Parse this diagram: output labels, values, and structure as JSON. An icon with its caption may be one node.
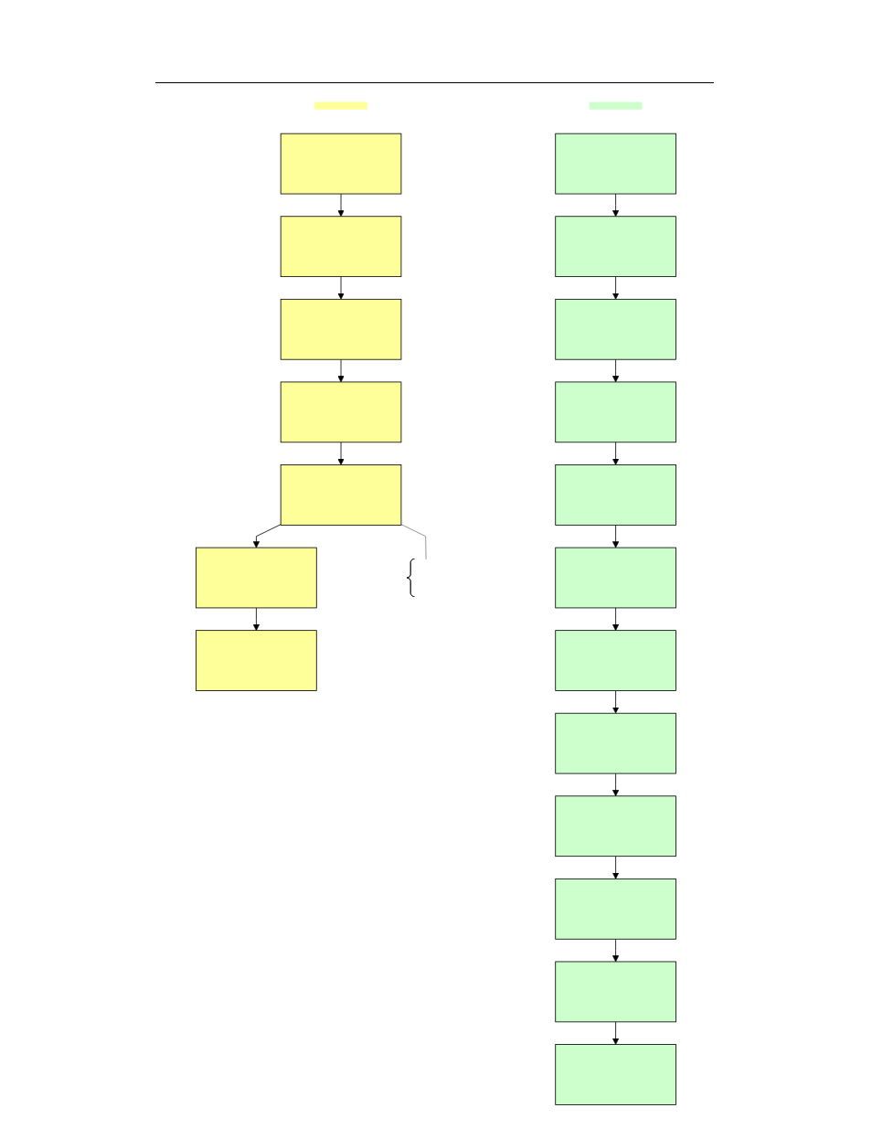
{
  "diagram": {
    "nodes": [
      {
        "text": [],
        "shape": "bar"
      },
      {
        "text": [],
        "shape": "box"
      },
      {
        "text": [],
        "shape": "box"
      },
      {
        "text": [],
        "shape": "box"
      },
      {
        "text": [],
        "shape": "box"
      },
      {
        "text": [],
        "shape": "box"
      },
      {
        "text": [],
        "shape": "box"
      },
      {
        "text": [],
        "shape": "box"
      },
      {
        "text": [],
        "shape": "bracket"
      },
      {
        "text": [],
        "shape": "bar"
      },
      {
        "text": [],
        "shape": "box"
      },
      {
        "text": [],
        "shape": "box"
      },
      {
        "text": [],
        "shape": "box"
      },
      {
        "text": [],
        "shape": "box"
      },
      {
        "text": [],
        "shape": "box"
      },
      {
        "text": [],
        "shape": "box"
      },
      {
        "text": [],
        "shape": "box"
      },
      {
        "text": [],
        "shape": "box"
      },
      {
        "text": [],
        "shape": "box"
      },
      {
        "text": [],
        "shape": "box"
      },
      {
        "text": [],
        "shape": "box"
      },
      {
        "text": [],
        "shape": "box"
      }
    ],
    "edges": [
      {
        "from": 1,
        "to": 2,
        "arrow": "to"
      },
      {
        "from": 2,
        "to": 3,
        "arrow": "to"
      },
      {
        "from": 3,
        "to": 4,
        "arrow": "to"
      },
      {
        "from": 4,
        "to": 5,
        "arrow": "to"
      },
      {
        "from": 5,
        "to": 6,
        "arrow": "to"
      },
      {
        "from": 6,
        "to": 7,
        "arrow": "to"
      },
      {
        "from": 5,
        "to": 8,
        "arrow": "none",
        "color": "#808080"
      },
      {
        "from": 10,
        "to": 11,
        "arrow": "to"
      },
      {
        "from": 11,
        "to": 12,
        "arrow": "to"
      },
      {
        "from": 12,
        "to": 13,
        "arrow": "to"
      },
      {
        "from": 13,
        "to": 14,
        "arrow": "to"
      },
      {
        "from": 14,
        "to": 15,
        "arrow": "to"
      },
      {
        "from": 15,
        "to": 16,
        "arrow": "to"
      },
      {
        "from": 16,
        "to": 17,
        "arrow": "to"
      },
      {
        "from": 17,
        "to": 18,
        "arrow": "to"
      },
      {
        "from": 18,
        "to": 19,
        "arrow": "to"
      },
      {
        "from": 19,
        "to": 20,
        "arrow": "to"
      },
      {
        "from": 20,
        "to": 21,
        "arrow": "to"
      }
    ]
  }
}
